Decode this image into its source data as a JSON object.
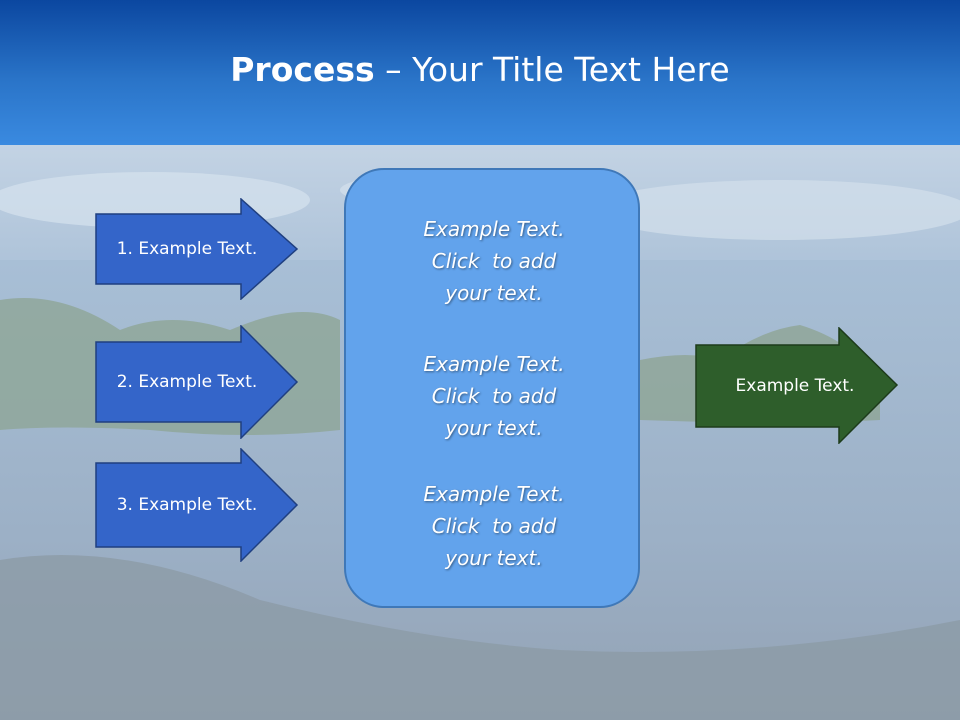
{
  "slide": {
    "title_bold": "Process",
    "title_rest": " – Your Title Text Here"
  },
  "inputs": [
    {
      "label": "1. Example Text."
    },
    {
      "label": "2. Example Text."
    },
    {
      "label": "3. Example Text."
    }
  ],
  "center": {
    "blocks": [
      {
        "line1": "Example Text.",
        "line2": "Click  to add",
        "line3": "your text."
      },
      {
        "line1": "Example Text.",
        "line2": "Click  to add",
        "line3": "your text."
      },
      {
        "line1": "Example Text.",
        "line2": "Click  to add",
        "line3": "your text."
      }
    ]
  },
  "output": {
    "label": "Example Text."
  },
  "colors": {
    "header": "#1e63bd",
    "input_arrow": "#3465c9",
    "center_box": "#62a3ec",
    "output_arrow": "#2e5e2b"
  }
}
